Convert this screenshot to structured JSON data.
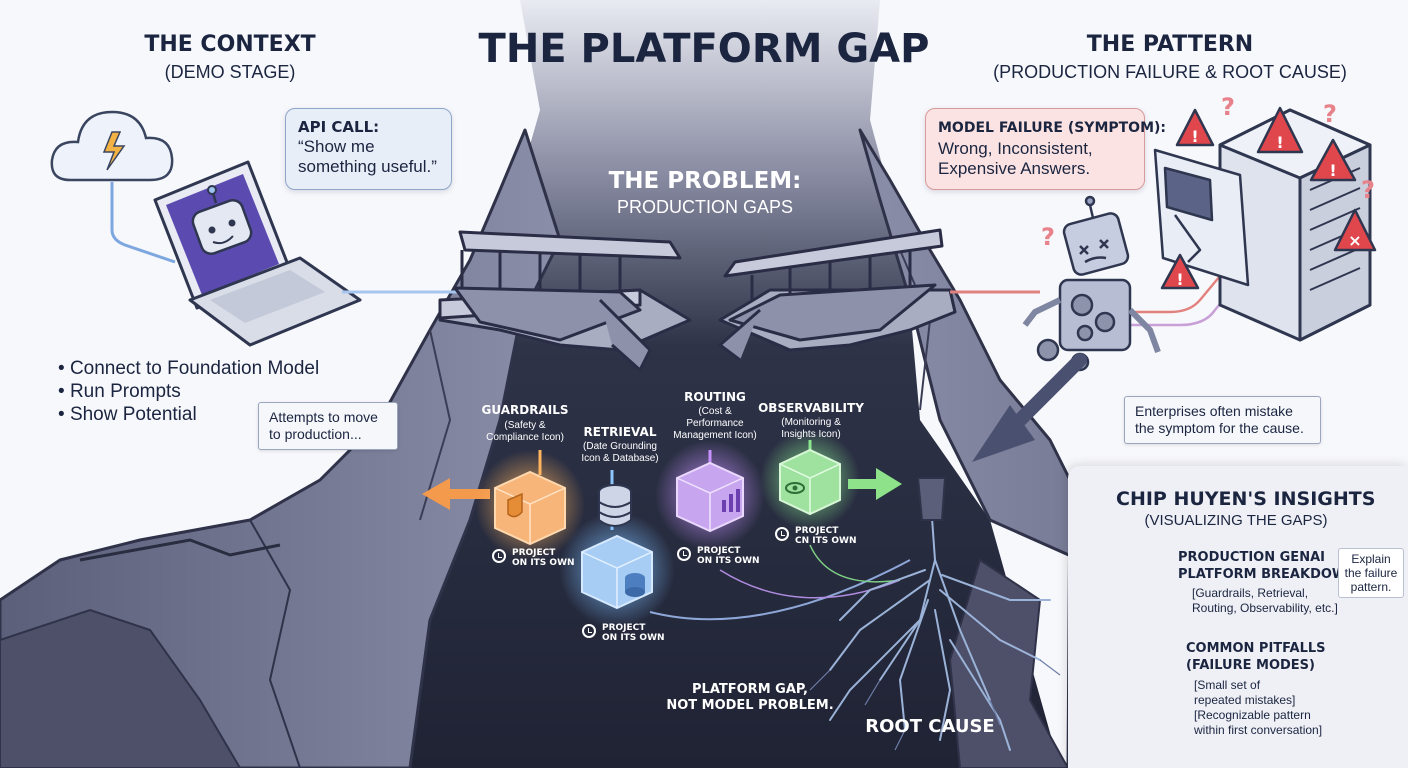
{
  "title": "THE PLATFORM GAP",
  "context": {
    "title": "THE CONTEXT",
    "subtitle": "(DEMO STAGE)",
    "api_bubble": {
      "label": "API CALL:",
      "line1": "“Show me",
      "line2": "something useful.”"
    },
    "bullets": [
      "Connect to Foundation Model",
      "Run Prompts",
      "Show Potential"
    ],
    "attempt_note": {
      "line1": "Attempts to move",
      "line2": "to production..."
    }
  },
  "pattern": {
    "title": "THE PATTERN",
    "subtitle": "(PRODUCTION FAILURE & ROOT CAUSE)",
    "failure_bubble": {
      "label": "MODEL FAILURE (SYMPTOM):",
      "line1": "Wrong, Inconsistent,",
      "line2": "Expensive Answers."
    },
    "mistake_note": {
      "line1": "Enterprises often mistake",
      "line2": "the symptom for the cause."
    }
  },
  "problem": {
    "title": "THE PROBLEM:",
    "subtitle": "PRODUCTION GAPS",
    "blocks": [
      {
        "name": "GUARDRAILS",
        "desc1": "(Safety &",
        "desc2": "Compliance Icon)",
        "desc3": "",
        "color": "#f0a04b"
      },
      {
        "name": "RETRIEVAL",
        "desc1": "(Date Grounding",
        "desc2": "Icon & Database)",
        "desc3": "",
        "color": "#6fa9e6"
      },
      {
        "name": "ROUTING",
        "desc1": "(Cost &",
        "desc2": "Performance",
        "desc3": "Management Icon)",
        "color": "#b07de6"
      },
      {
        "name": "OBSERVABILITY",
        "desc1": "(Monitoring &",
        "desc2": "Insights Icon)",
        "desc3": "",
        "color": "#76d27e"
      }
    ],
    "project_label": {
      "line1": "PROJECT",
      "line2": "ON ITS OWN"
    },
    "project_label_alt": {
      "line1": "PROJECT",
      "line2": "CN ITS OWN"
    },
    "platform_gap": {
      "line1": "PLATFORM GAP,",
      "line2": "NOT MODEL PROBLEM."
    },
    "root_cause": "ROOT CAUSE"
  },
  "insights": {
    "title": "CHIP HUYEN'S INSIGHTS",
    "subtitle": "(VISUALIZING THE GAPS)",
    "item1": {
      "title1": "PRODUCTION GENAI",
      "title2": "PLATFORM BREAKDOWN",
      "detail1": "[Guardrails, Retrieval,",
      "detail2": "Routing, Observability, etc.]"
    },
    "explain": {
      "line1": "Explain",
      "line2": "the failure",
      "line3": "pattern."
    },
    "item2": {
      "title1": "COMMON PITFALLS",
      "title2": "(FAILURE MODES)",
      "detail1": "[Small set of",
      "detail2": "repeated mistakes]",
      "detail3": "[Recognizable pattern",
      "detail4": "within first conversation]"
    }
  },
  "colors": {
    "navy": "#1b2540",
    "chasm": "#2a2f44",
    "cliff": "#7b7f9c",
    "guardrails": "#f0a04b",
    "retrieval": "#6fa9e6",
    "routing": "#b07de6",
    "observability": "#76d27e",
    "failure_red": "#e0474c"
  }
}
